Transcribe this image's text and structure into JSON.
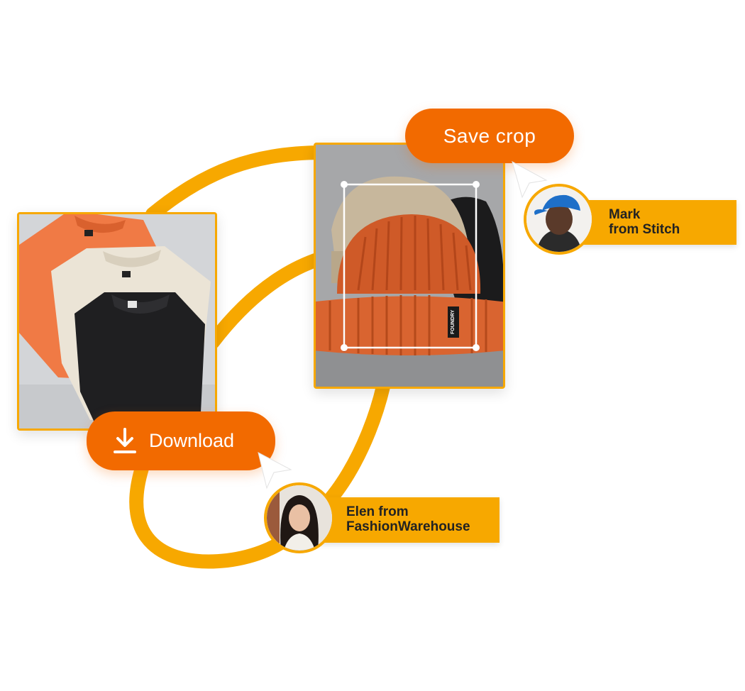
{
  "actions": {
    "save_crop_label": "Save crop",
    "download_label": "Download"
  },
  "collaborators": {
    "mark": {
      "line1": "Mark",
      "line2": "from Stitch"
    },
    "elen": {
      "line1": "Elen from",
      "line2": "FashionWarehouse"
    }
  },
  "products": {
    "beanie_tag": "FOUNDRY"
  },
  "colors": {
    "accent_orange": "#f26a00",
    "accent_yellow": "#f7a800"
  }
}
